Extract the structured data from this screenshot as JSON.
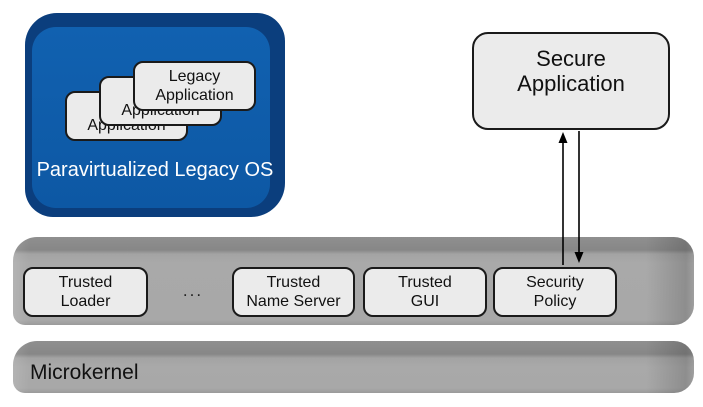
{
  "colors": {
    "background": "#FFFFFF",
    "legacy_os_fill": "#0E5CA9",
    "legacy_os_bevel": "#0B3E7D",
    "bar_fill": "#A9A9A9",
    "bar_bevel": "#898989",
    "box_fill": "#EBEBEB",
    "box_border": "#1A1A1A",
    "legacy_label_color": "#FFFFFF",
    "arrow_color": "#000000"
  },
  "legacy_os": {
    "label": "Paravirtualized Legacy OS",
    "stacked_apps": [
      {
        "line1": "Legacy",
        "line2": "Application"
      },
      {
        "line1": "Legacy",
        "line2": "Application"
      },
      {
        "line1": "Legacy",
        "line2": "Application"
      }
    ]
  },
  "secure_app": {
    "line1": "Secure",
    "line2": "Application"
  },
  "services": {
    "ellipsis": "...",
    "items": [
      {
        "line1": "Trusted",
        "line2": "Loader"
      },
      {
        "line1": "Trusted",
        "line2": "Name Server"
      },
      {
        "line1": "Trusted",
        "line2": "GUI"
      },
      {
        "line1": "Security",
        "line2": "Policy"
      }
    ]
  },
  "microkernel": {
    "label": "Microkernel"
  },
  "connection": {
    "from": "Secure Application",
    "to": "Security Policy",
    "type": "bidirectional-arrows"
  }
}
